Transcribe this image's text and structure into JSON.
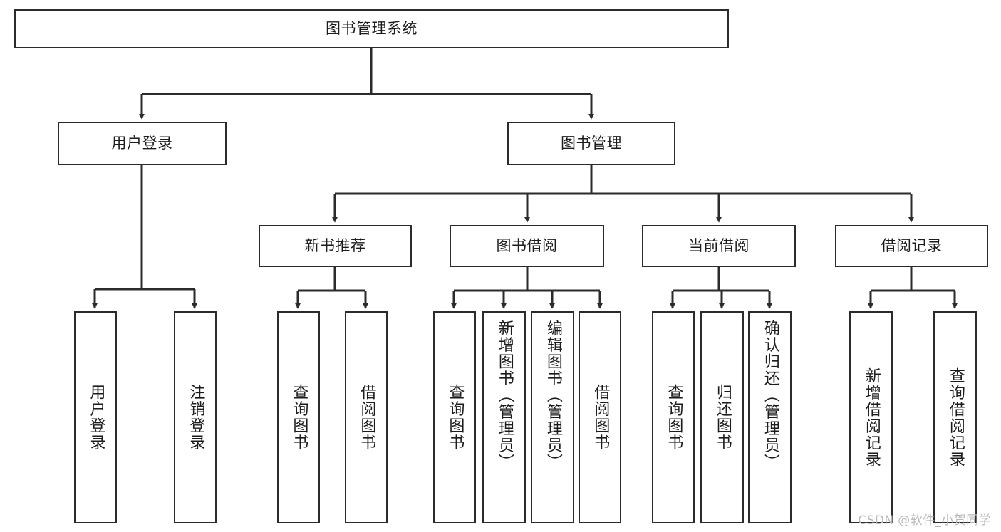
{
  "diagram": {
    "title": "图书管理系统",
    "type": "hierarchy-tree",
    "watermark": "CSDN @软件_小贺同学",
    "colors": {
      "stroke": "#2b2b2b",
      "fill": "#ffffff",
      "text": "#1c1c1c",
      "watermark": "#b9b9b9"
    },
    "root": {
      "label": "图书管理系统"
    },
    "level1": [
      {
        "label": "用户登录"
      },
      {
        "label": "图书管理"
      }
    ],
    "level2": [
      {
        "label": "新书推荐"
      },
      {
        "label": "图书借阅"
      },
      {
        "label": "当前借阅"
      },
      {
        "label": "借阅记录"
      }
    ],
    "leaves": {
      "user_login": [
        {
          "label": "用户登录"
        },
        {
          "label": "注销登录"
        }
      ],
      "new_book_recommend": [
        {
          "label": "查询图书"
        },
        {
          "label": "借阅图书"
        }
      ],
      "book_borrow": [
        {
          "label": "查询图书"
        },
        {
          "label": "新增图书（管理员）"
        },
        {
          "label": "编辑图书（管理员）"
        },
        {
          "label": "借阅图书"
        }
      ],
      "current_borrow": [
        {
          "label": "查询图书"
        },
        {
          "label": "归还图书"
        },
        {
          "label": "确认归还（管理员）"
        }
      ],
      "borrow_record": [
        {
          "label": "新增借阅记录"
        },
        {
          "label": "查询借阅记录"
        }
      ]
    }
  }
}
